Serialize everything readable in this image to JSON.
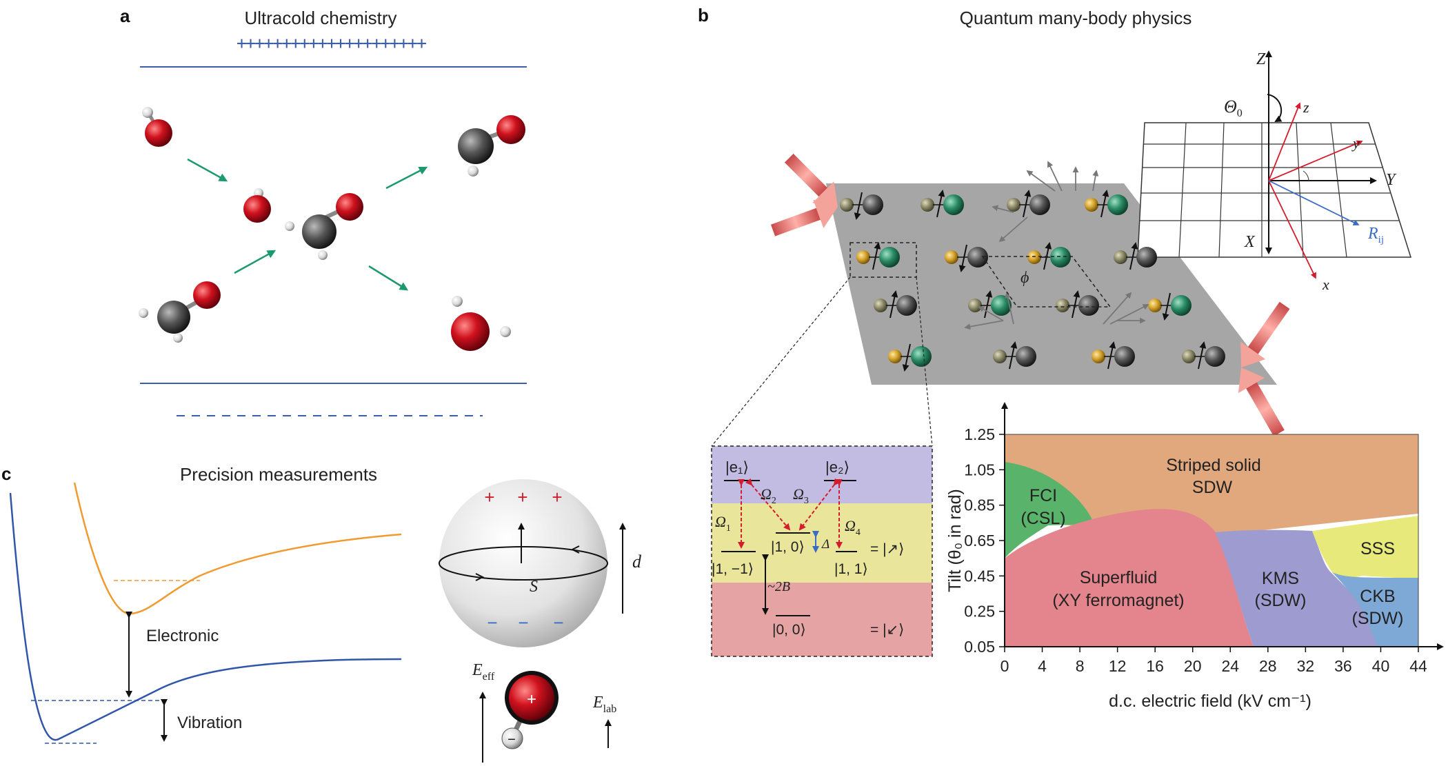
{
  "panels": {
    "a": {
      "letter": "a",
      "title": "Ultracold chemistry",
      "plus_row": "+++++++++++++++++++++"
    },
    "b": {
      "letter": "b",
      "title": "Quantum many-body physics"
    },
    "c": {
      "letter": "c",
      "title": "Precision measurements"
    }
  },
  "panel_c": {
    "electronic_label": "Electronic",
    "vibration_label": "Vibration",
    "spin_label": "S",
    "dipole_label": "d",
    "e_eff_label": "E",
    "e_eff_sub": "eff",
    "e_lab_label": "E",
    "e_lab_sub": "lab",
    "plus_sign": "+",
    "minus_sign": "−"
  },
  "panel_b": {
    "axes": {
      "Z": "Z",
      "Y": "Y",
      "X": "X",
      "z": "z",
      "y": "y",
      "x": "x",
      "theta": "Θ",
      "theta_sub": "0",
      "R": "R",
      "R_sub": "ij"
    },
    "phi": "ϕ",
    "levels": {
      "e1": "|e₁⟩",
      "e2": "|e₂⟩",
      "om1": "Ω",
      "om1_sub": "1",
      "om2": "Ω",
      "om2_sub": "2",
      "om3": "Ω",
      "om3_sub": "3",
      "om4": "Ω",
      "om4_sub": "4",
      "l1m1": "|1, −1⟩",
      "l10": "|1, 0⟩",
      "l11": "|1, 1⟩",
      "l00": "|0, 0⟩",
      "delta": "Δ",
      "gap": "~2B",
      "eq_up": "= |↗⟩",
      "eq_down": "= |↙⟩"
    },
    "phase_diagram": {
      "x_label": "d.c. electric field (kV cm⁻¹)",
      "y_label": "Tilt (θ₀ in rad)",
      "x_ticks": [
        "0",
        "4",
        "8",
        "12",
        "16",
        "20",
        "24",
        "28",
        "32",
        "36",
        "40",
        "44"
      ],
      "y_ticks": [
        "0.05",
        "0.25",
        "0.45",
        "0.65",
        "0.85",
        "1.05",
        "1.25"
      ],
      "regions": [
        {
          "name": "FCI",
          "name2": "(CSL)",
          "color": "#59b36a"
        },
        {
          "name": "Striped solid",
          "name2": "SDW",
          "color": "#e1a77d"
        },
        {
          "name": "Superfluid",
          "name2": "(XY ferromagnet)",
          "color": "#e4848d"
        },
        {
          "name": "KMS",
          "name2": "(SDW)",
          "color": "#9e9bd0"
        },
        {
          "name": "SSS",
          "name2": "",
          "color": "#e7e97a"
        },
        {
          "name": "CKB",
          "name2": "(SDW)",
          "color": "#7ea8d6"
        }
      ]
    }
  },
  "colors": {
    "blue_line": "#3b5ea8",
    "green_arrow": "#1a9a6e",
    "red_atom": "#c8102e",
    "orange_curve": "#f0a040",
    "plane_grey": "#a9a9a9",
    "laser": "#f08080"
  }
}
